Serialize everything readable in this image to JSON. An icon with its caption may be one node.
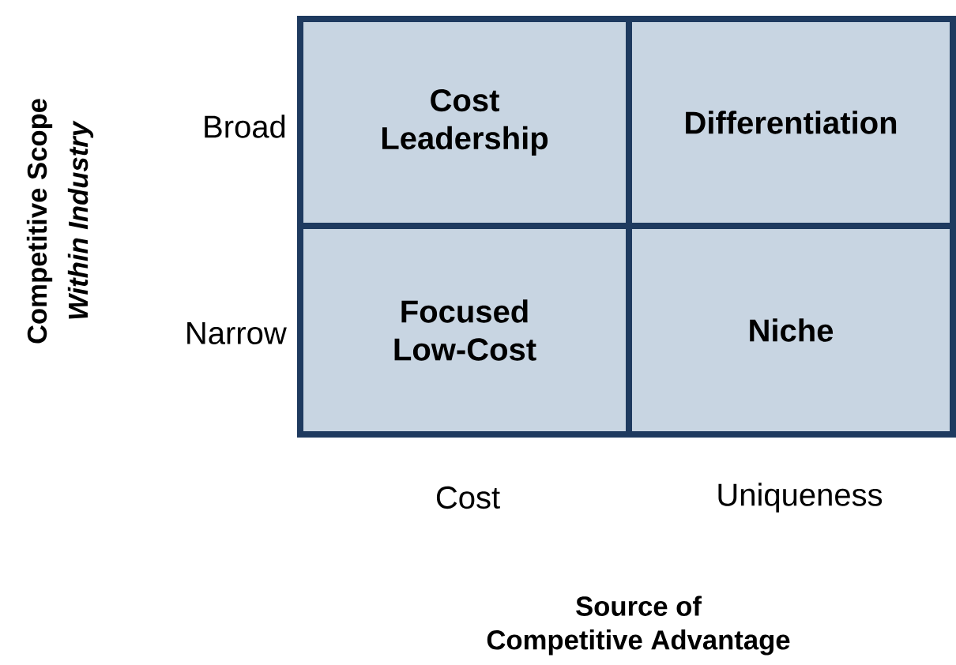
{
  "diagram": {
    "nodes": [
      {
        "text": [
          "Cost Leadership"
        ]
      },
      {
        "text": [
          "Differentiation"
        ]
      },
      {
        "text": [
          "Focused Low-Cost"
        ]
      },
      {
        "text": [
          "Niche"
        ]
      }
    ],
    "labels": [
      "Competitive Scope",
      "Within Industry",
      "Broad",
      "Narrow",
      "Cost",
      "Uniqueness",
      "Source of Competitive Advantage"
    ]
  }
}
